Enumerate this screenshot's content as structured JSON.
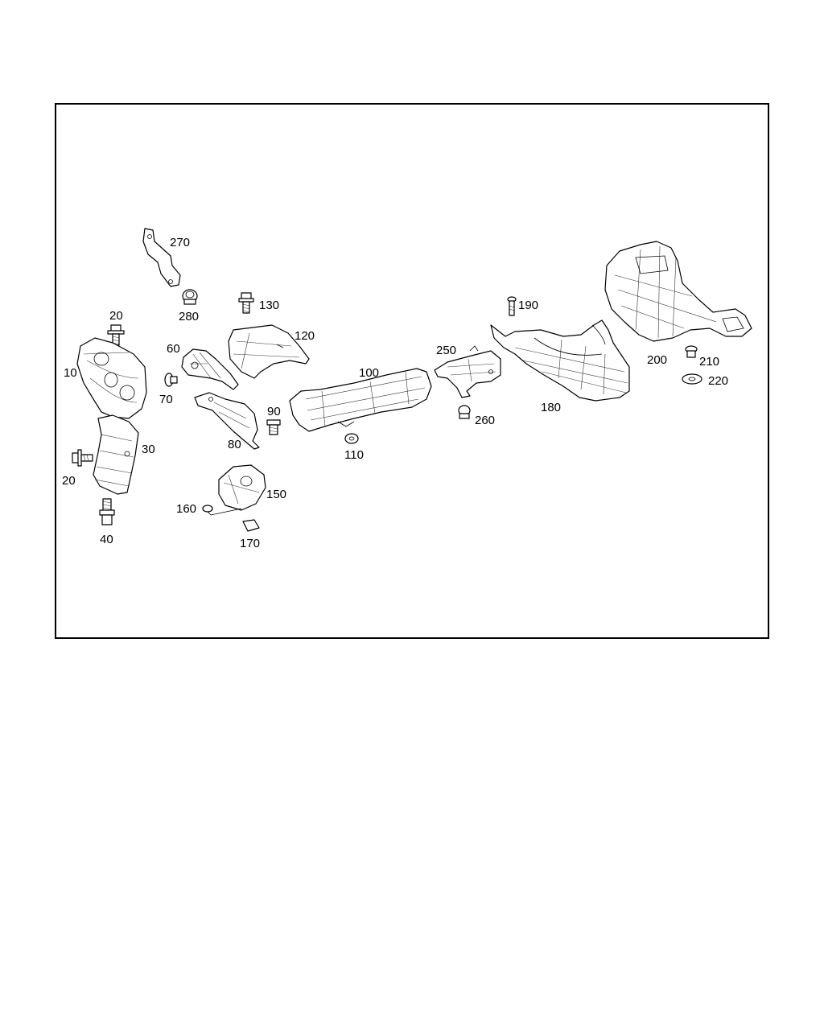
{
  "callouts": [
    {
      "id": "270",
      "text": "270"
    },
    {
      "id": "280",
      "text": "280"
    },
    {
      "id": "130",
      "text": "130"
    },
    {
      "id": "20a",
      "text": "20"
    },
    {
      "id": "60",
      "text": "60"
    },
    {
      "id": "120",
      "text": "120"
    },
    {
      "id": "10",
      "text": "10"
    },
    {
      "id": "70",
      "text": "70"
    },
    {
      "id": "100",
      "text": "100"
    },
    {
      "id": "250",
      "text": "250"
    },
    {
      "id": "190",
      "text": "190"
    },
    {
      "id": "200",
      "text": "200"
    },
    {
      "id": "210",
      "text": "210"
    },
    {
      "id": "220",
      "text": "220"
    },
    {
      "id": "180",
      "text": "180"
    },
    {
      "id": "260",
      "text": "260"
    },
    {
      "id": "90",
      "text": "90"
    },
    {
      "id": "80",
      "text": "80"
    },
    {
      "id": "110",
      "text": "110"
    },
    {
      "id": "30",
      "text": "30"
    },
    {
      "id": "20b",
      "text": "20"
    },
    {
      "id": "150",
      "text": "150"
    },
    {
      "id": "160",
      "text": "160"
    },
    {
      "id": "40",
      "text": "40"
    },
    {
      "id": "170",
      "text": "170"
    }
  ],
  "colors": {
    "line": "#000000",
    "background": "#ffffff"
  }
}
